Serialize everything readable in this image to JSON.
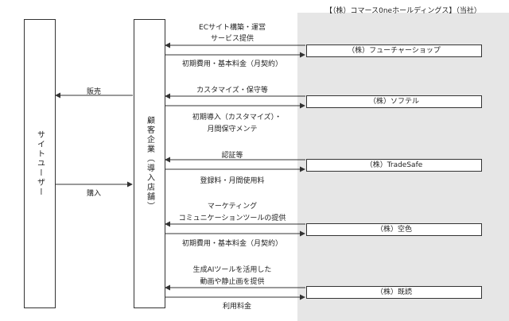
{
  "header": "【（株）コマース0neホールディングス】（当社）",
  "site_users": "サイトユーザー",
  "client_company": "顧客企業（導入店舗）",
  "sale_label": "販売",
  "purchase_label": "購入",
  "colors": {
    "panel": "#e6e6e6",
    "line": "#333333"
  },
  "partners": [
    {
      "name": "（株）フューチャーショップ",
      "service_lines": [
        "ECサイト構築・運営",
        "サービス提供"
      ],
      "fee_lines": [
        "初期費用・基本料金（月契約）"
      ]
    },
    {
      "name": "（株）ソフテル",
      "service_lines": [
        "カスタマイズ・保守等"
      ],
      "fee_lines": [
        "初期導入（カスタマイズ）・",
        "月間保守メンテ"
      ]
    },
    {
      "name": "（株）TradeSafe",
      "service_lines": [
        "認証等"
      ],
      "fee_lines": [
        "登録料・月間使用料"
      ]
    },
    {
      "name": "（株）空色",
      "service_lines": [
        "マーケティング",
        "コミュニケーションツールの提供"
      ],
      "fee_lines": [
        "初期費用・基本料金（月契約）"
      ]
    },
    {
      "name": "（株）既読",
      "service_lines": [
        "生成AIツールを活用した",
        "動画や静止画を提供"
      ],
      "fee_lines": [
        "利用料金"
      ]
    }
  ]
}
